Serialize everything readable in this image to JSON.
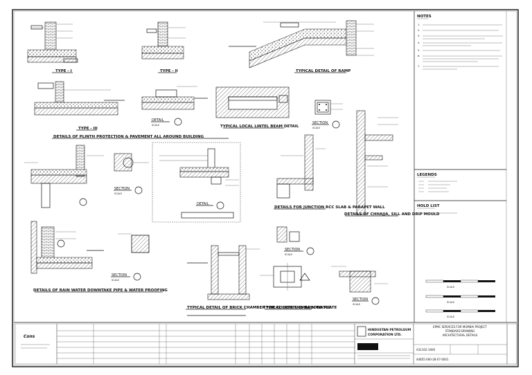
{
  "details": {
    "type1": "TYPE - I",
    "type2": "TYPE - II",
    "ramp": "TYPICAL DETAIL OF RAMP",
    "type3": "TYPE - III",
    "detail_a": "DETAIL",
    "plinth": "DETAILS OF PLINTH PROTECTION & PAVEMENT ALL AROUND BUILDING",
    "lintel": "TYPICAL LOCAL LINTEL BEAM DETAIL",
    "section_a": "SECTION",
    "section_b": "SECTION",
    "detail_b": "DETAIL",
    "junction": "DETAILS FOR JUNCTION RCC SLAB & PARAPET WALL",
    "chajja": "DETAILS OF CHHAJJA, SILL AND DRIP MOULD",
    "section_c": "SECTION",
    "section_d": "SECTION",
    "section_e": "SECTION",
    "rwp": "DETAILS OF RAIN WATER DOWNTAKE PIPE & WATER PROOFING",
    "chamber": "TYPICAL DETAIL OF BRICK CHAMBER FOR COLLECTING RAIN WATER",
    "plate": "TYPICAL DETAIL EMBEDDED PLATE",
    "scale": "SCALE"
  },
  "notes": {
    "title": "NOTES",
    "lines": [
      "1.",
      "2.",
      "3.",
      "4.",
      "5.",
      "6.",
      "7."
    ]
  },
  "legends": {
    "title": "LEGENDS"
  },
  "hold": {
    "title": "HOLD LIST"
  },
  "title_block": {
    "client_line1": "HINDUSTAN PETROLEUM",
    "client_line2": "CORPORATION LTD.",
    "project_line1": "EPMC SERVICES FOR MUMBAI PROJECT",
    "project_line2": "STANDARD DRAWING",
    "project_line3": "ARCHITECTURAL DETAILS",
    "job_no": "A31102-1000",
    "drawing_no": "44855-000-28-07-0001"
  },
  "scale_bars": {
    "label1": "SCALE",
    "label2": "SCALE",
    "label3": "SCALE"
  }
}
